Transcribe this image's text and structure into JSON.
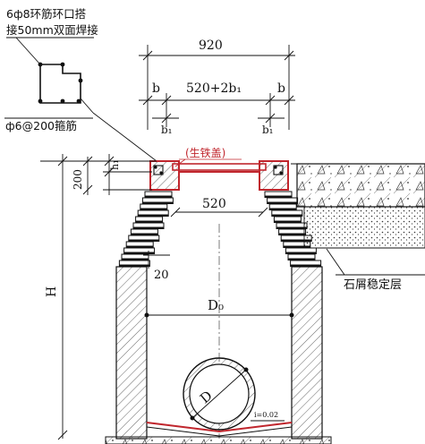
{
  "notes": {
    "ring_rebar_line1": "6ф8环筋环口搭",
    "ring_rebar_line2": "接50mm双面焊接",
    "stirrup": "ф6@200箍筋"
  },
  "dims": {
    "top_width": "920",
    "inner_width": "520+2b₁",
    "b": "b",
    "b1": "b₁",
    "h1": "h₁",
    "cap_height": "200",
    "neck_width": "520",
    "step_offset": "20",
    "shaft_dia": "D₀",
    "total_height": "H",
    "pipe_dia": "D",
    "slope": "i=0.02"
  },
  "labels": {
    "cover": "(生铁盖)",
    "stabilizing_layer": "石屑稳定层"
  },
  "colors": {
    "red": "#c0262d",
    "line": "#111111",
    "hatch": "#555555"
  }
}
